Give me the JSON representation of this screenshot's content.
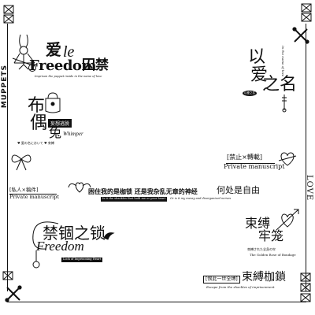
{
  "top_left": {
    "title_cn": "爱",
    "title_le": "le",
    "freedom": "Freedom",
    "title_cn_right": "囚禁",
    "subtitle": "Imprison the puppet inside in the name of love"
  },
  "right_top": {
    "big_left": "以",
    "big_mid": "爱",
    "big_right": "之名",
    "tag": "以爱之名",
    "vertical_caption": "In the name of love"
  },
  "left_vertical": {
    "text": "MUPPETS"
  },
  "right_vertical": {
    "text": "LOVE"
  },
  "puppet_block": {
    "big_top": "布",
    "big_mid": "偶",
    "big_bottom": "兔",
    "banner": "妄想逃脱",
    "script_word": "Whimper",
    "heart_caption": "♥ 愛の名において ♥ 束縛"
  },
  "private_right": {
    "banner": "[禁止×轉載]",
    "caption": "Private manuscript"
  },
  "private_left": {
    "banner": "[私人×稿件]",
    "caption": "Private manuscript"
  },
  "mid_line": {
    "main": "困住我的是枷锁  还是我杂乱无章的神经",
    "english": "Is it the shackles that hold me or your heart",
    "small": "Or is it my messy and disorganized nerves",
    "tail": "何处是自由"
  },
  "bottom_left": {
    "big": "禁锢之锁",
    "script": "Freedom",
    "caption": "Lock of Imprisoning Heart"
  },
  "bottom_right": {
    "big_top": "束缚",
    "big_bottom": "牢笼",
    "jp": "束縛された全身の牢",
    "en": "The Golden Rose of Bondage"
  },
  "bottom_strip": {
    "boxed": "[恨此一世全缚]",
    "big": "束縛枷鎖",
    "caption": "Escape from the shackles of imprisonment"
  }
}
